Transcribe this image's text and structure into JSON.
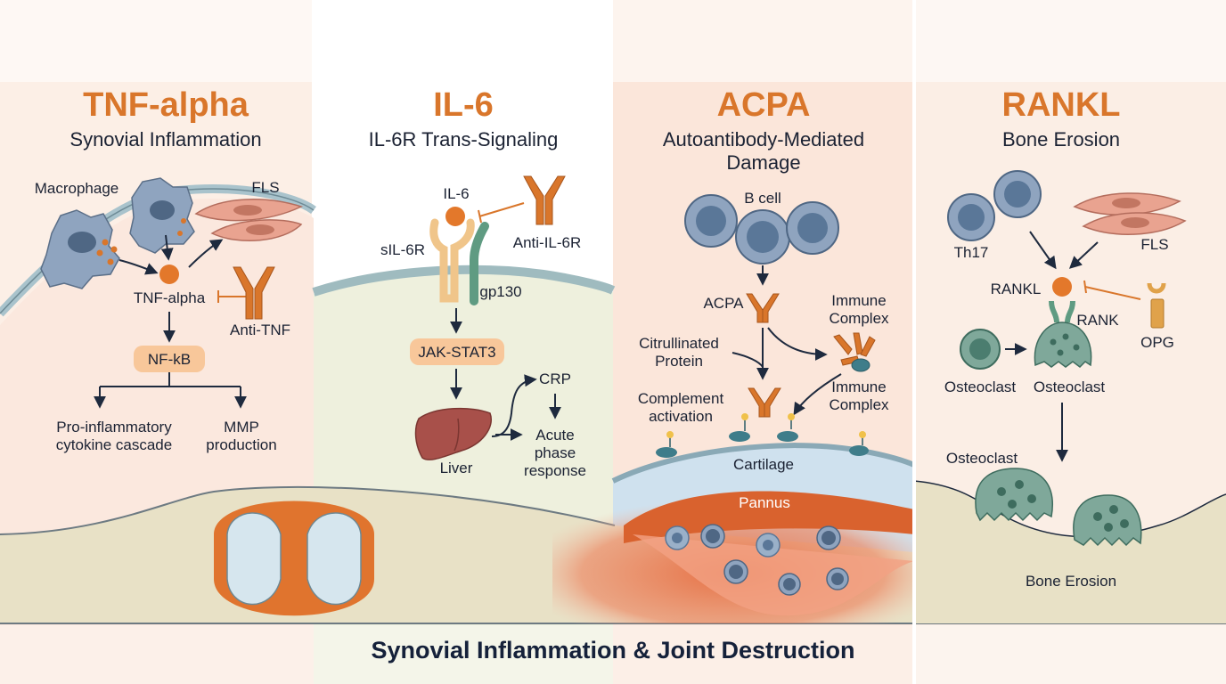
{
  "panels": [
    {
      "title": "TNF-alpha",
      "subtitle": "Synovial Inflammation"
    },
    {
      "title": "IL-6",
      "subtitle": "IL-6R Trans-Signaling"
    },
    {
      "title": "ACPA",
      "subtitle_line1": "Autoantibody-Mediated",
      "subtitle_line2": "Damage"
    },
    {
      "title": "RANKL",
      "subtitle": "Bone Erosion"
    }
  ],
  "tnf": {
    "macrophage": "Macrophage",
    "fls": "FLS",
    "tnf_alpha": "TNF-alpha",
    "anti_tnf": "Anti-TNF",
    "nfkb": "NF-kB",
    "pro_line1": "Pro-inflammatory",
    "pro_line2": "cytokine cascade",
    "mmp_line1": "MMP",
    "mmp_line2": "production"
  },
  "il6": {
    "il6": "IL-6",
    "sil6r": "sIL-6R",
    "anti_il6r": "Anti-IL-6R",
    "gp130": "gp130",
    "jak": "JAK-STAT3",
    "liver": "Liver",
    "crp": "CRP",
    "acute_line1": "Acute",
    "acute_line2": "phase",
    "acute_line3": "response"
  },
  "acpa": {
    "bcell": "B cell",
    "acpa": "ACPA",
    "ic1_line1": "Immune",
    "ic1_line2": "Complex",
    "cit_line1": "Citrullinated",
    "cit_line2": "Protein",
    "comp_line1": "Complement",
    "comp_line2": "activation",
    "ic2_line1": "Immune",
    "ic2_line2": "Complex",
    "cartilage": "Cartilage",
    "pannus": "Pannus"
  },
  "rankl": {
    "th17": "Th17",
    "fls": "FLS",
    "rankl": "RANKL",
    "rank": "RANK",
    "opg": "OPG",
    "osteoclast_a": "Osteoclast",
    "osteoclast_b": "Osteoclast",
    "osteoclast_c": "Osteoclast",
    "bone_erosion": "Bone Erosion"
  },
  "footer": "Synovial Inflammation & Joint Destruction",
  "colors": {
    "accent": "#d9762b",
    "text": "#1b2233",
    "macrophage": "#8fa4bf",
    "fls": "#e9a390",
    "cartilage": "#cfe1ee",
    "bone": "#e8e1c6",
    "osteoclast": "#7fa89a",
    "gp130": "#5f9b82",
    "pannus": "#e06a3c"
  }
}
